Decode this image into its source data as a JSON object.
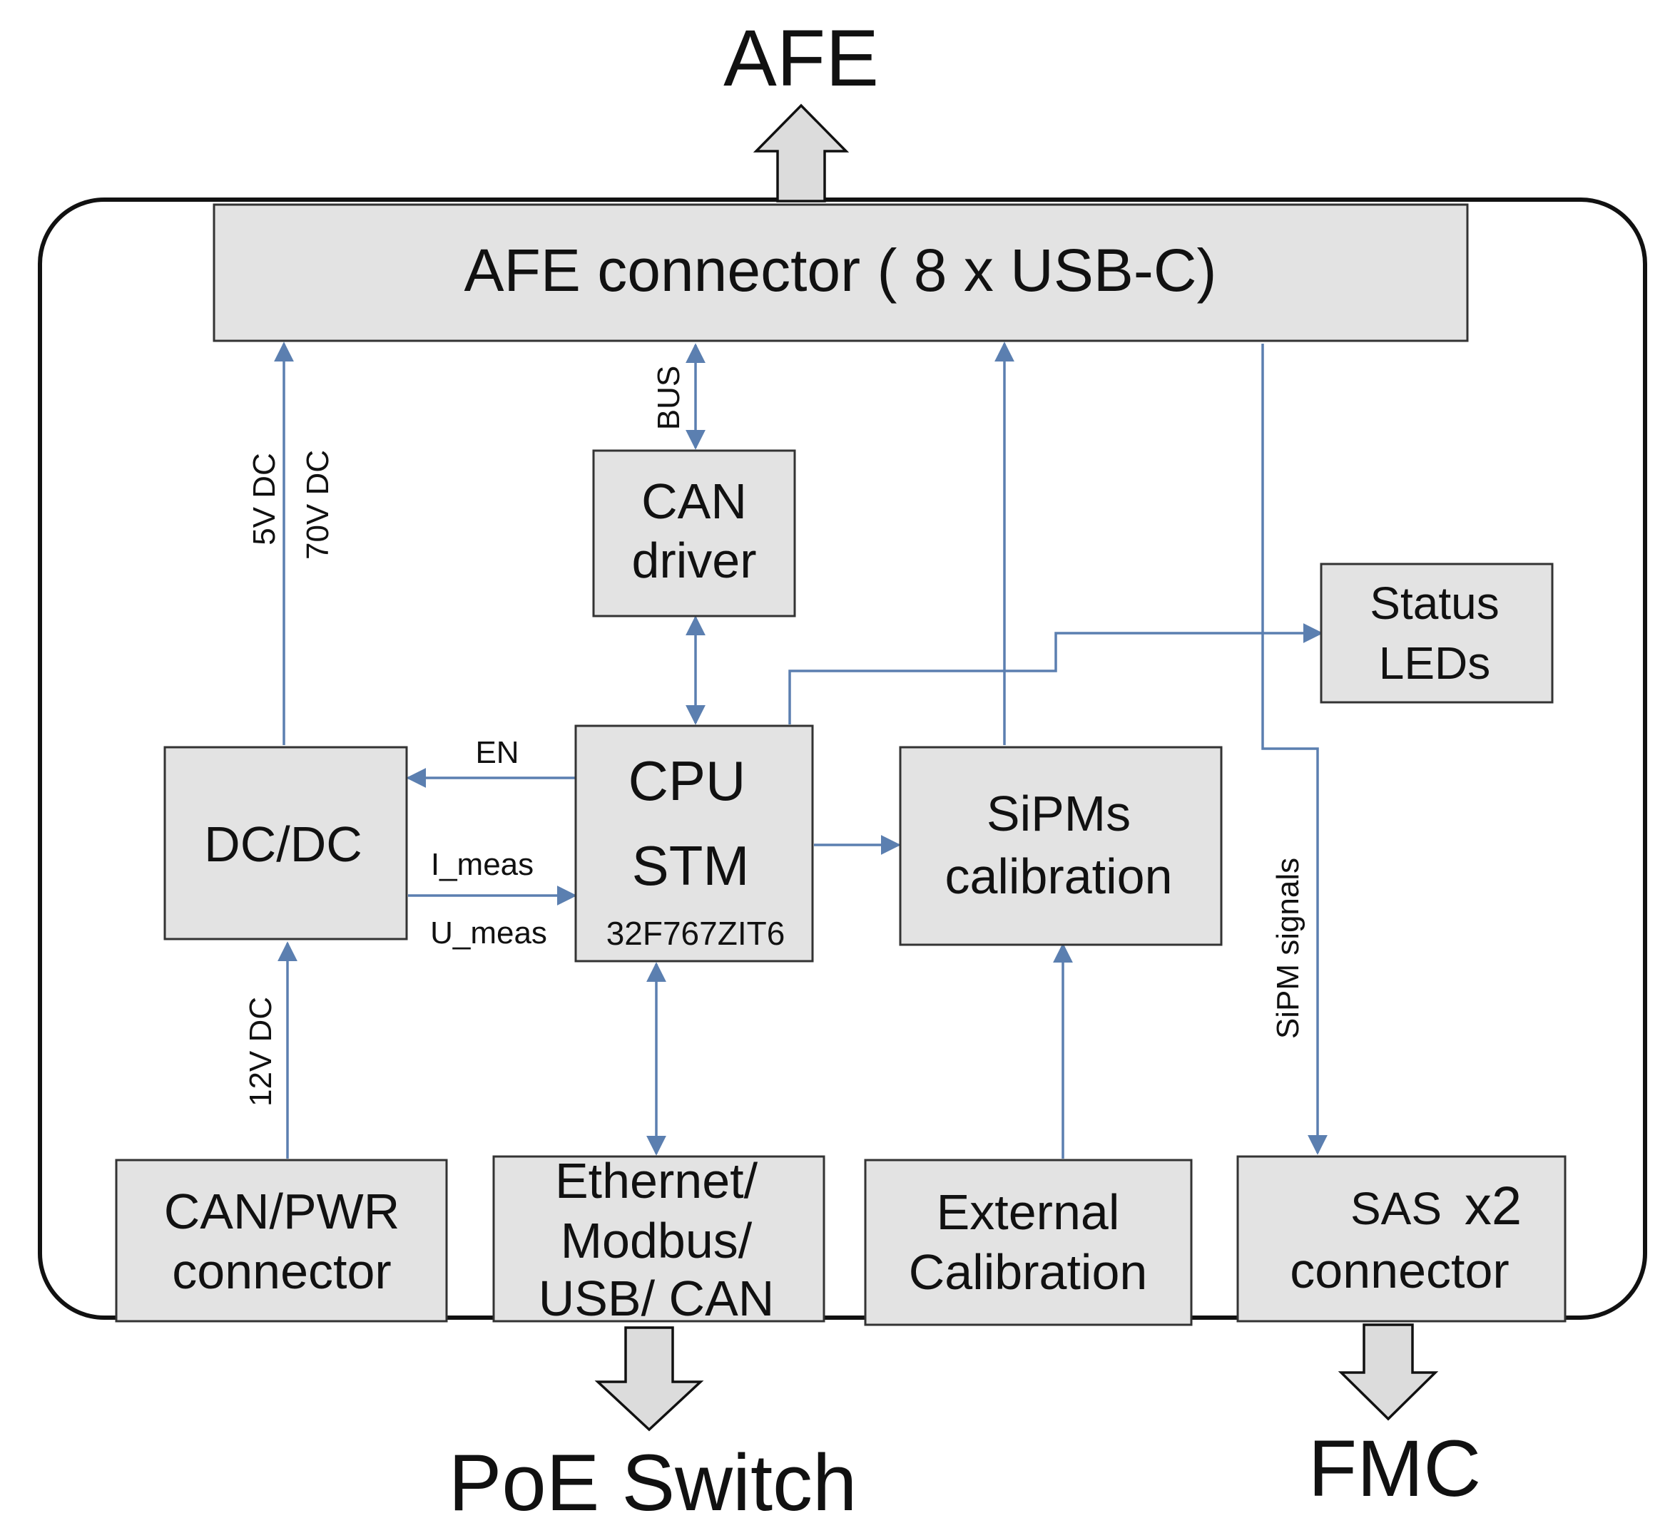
{
  "external": {
    "afe": "AFE",
    "poe_switch": "PoE Switch",
    "fmc": "FMC"
  },
  "blocks": {
    "afe_connector": "AFE connector ( 8 x USB-C)",
    "can_driver": [
      "CAN",
      "driver"
    ],
    "status_leds": [
      "Status",
      "LEDs"
    ],
    "dcdc": "DC/DC",
    "cpu": [
      "CPU",
      "STM"
    ],
    "cpu_part": "32F767ZIT6",
    "sipms_calibration": [
      "SiPMs",
      "calibration"
    ],
    "can_pwr_connector": [
      "CAN/PWR",
      "connector"
    ],
    "ethernet": [
      "Ethernet/",
      "Modbus/",
      "USB/ CAN"
    ],
    "external_calibration": [
      "External",
      "Calibration"
    ],
    "sas_connector": [
      "SAS",
      "x2",
      "connector"
    ]
  },
  "signals": {
    "bus": "BUS",
    "dc_5v": "5V DC",
    "dc_70v": "70V DC",
    "en": "EN",
    "i_meas": "I_meas",
    "u_meas": "U_meas",
    "dc_12v": "12V DC",
    "sipm_signals": "SiPM signals"
  },
  "colors": {
    "wire": "#5b7fb0",
    "box_fill": "#e3e3e3",
    "board_outline": "#111111"
  }
}
